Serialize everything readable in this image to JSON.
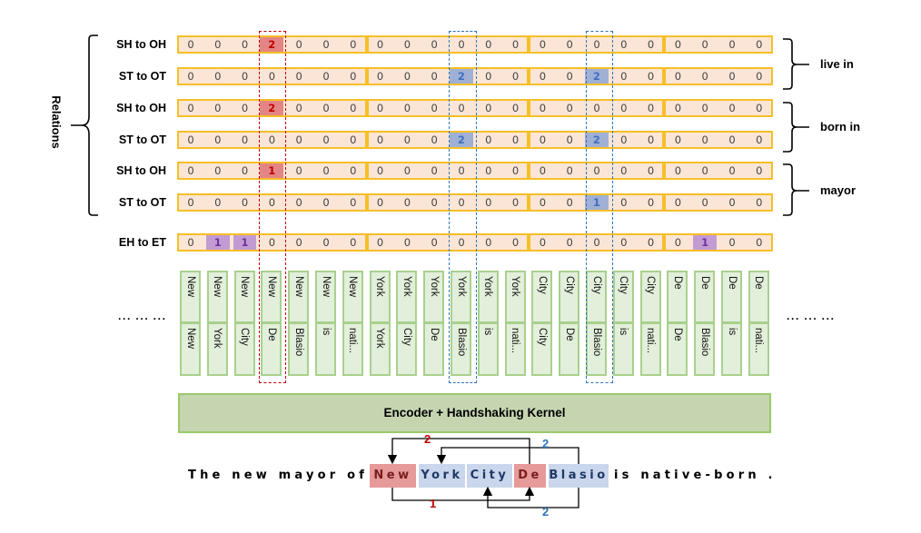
{
  "relations_label": "Relations",
  "rows": [
    {
      "label": "SH to OH",
      "values": [
        0,
        0,
        0,
        2,
        0,
        0,
        0,
        0,
        0,
        0,
        0,
        0,
        0,
        0,
        0,
        0,
        0,
        0,
        0,
        0,
        0,
        0
      ],
      "highlights": {
        "3": "red"
      }
    },
    {
      "label": "ST to OT",
      "values": [
        0,
        0,
        0,
        0,
        0,
        0,
        0,
        0,
        0,
        0,
        2,
        0,
        0,
        0,
        0,
        2,
        0,
        0,
        0,
        0,
        0,
        0
      ],
      "highlights": {
        "10": "blue",
        "15": "blue"
      }
    },
    {
      "label": "SH to OH",
      "values": [
        0,
        0,
        0,
        2,
        0,
        0,
        0,
        0,
        0,
        0,
        0,
        0,
        0,
        0,
        0,
        0,
        0,
        0,
        0,
        0,
        0,
        0
      ],
      "highlights": {
        "3": "red"
      }
    },
    {
      "label": "ST to OT",
      "values": [
        0,
        0,
        0,
        0,
        0,
        0,
        0,
        0,
        0,
        0,
        2,
        0,
        0,
        0,
        0,
        2,
        0,
        0,
        0,
        0,
        0,
        0
      ],
      "highlights": {
        "10": "blue",
        "15": "blue"
      }
    },
    {
      "label": "SH to OH",
      "values": [
        0,
        0,
        0,
        1,
        0,
        0,
        0,
        0,
        0,
        0,
        0,
        0,
        0,
        0,
        0,
        0,
        0,
        0,
        0,
        0,
        0,
        0
      ],
      "highlights": {
        "3": "red"
      }
    },
    {
      "label": "ST to OT",
      "values": [
        0,
        0,
        0,
        0,
        0,
        0,
        0,
        0,
        0,
        0,
        0,
        0,
        0,
        0,
        0,
        1,
        0,
        0,
        0,
        0,
        0,
        0
      ],
      "highlights": {
        "15": "blue"
      }
    },
    {
      "label": "EH to ET",
      "values": [
        0,
        1,
        1,
        0,
        0,
        0,
        0,
        0,
        0,
        0,
        0,
        0,
        0,
        0,
        0,
        0,
        0,
        0,
        0,
        1,
        0,
        0
      ],
      "highlights": {
        "1": "purple",
        "2": "purple",
        "19": "purple"
      }
    }
  ],
  "relation_groups": [
    {
      "label": "live in"
    },
    {
      "label": "born in"
    },
    {
      "label": "mayor"
    }
  ],
  "token_pairs": [
    [
      "New",
      "New"
    ],
    [
      "New",
      "York"
    ],
    [
      "New",
      "City"
    ],
    [
      "New",
      "De"
    ],
    [
      "New",
      "Blasio"
    ],
    [
      "New",
      "is"
    ],
    [
      "New",
      "nati..."
    ],
    [
      "York",
      "York"
    ],
    [
      "York",
      "City"
    ],
    [
      "York",
      "De"
    ],
    [
      "York",
      "Blasio"
    ],
    [
      "York",
      "is"
    ],
    [
      "York",
      "nati..."
    ],
    [
      "City",
      "City"
    ],
    [
      "City",
      "De"
    ],
    [
      "City",
      "Blasio"
    ],
    [
      "City",
      "is"
    ],
    [
      "City",
      "nati..."
    ],
    [
      "De",
      "De"
    ],
    [
      "De",
      "Blasio"
    ],
    [
      "De",
      "is"
    ],
    [
      "De",
      "nati..."
    ]
  ],
  "ellipsis_left": "··· ··· ···",
  "ellipsis_right": "··· ··· ···",
  "encoder_label": "Encoder + Handshaking Kernel",
  "sentence": {
    "prefix": "The new mayor of",
    "tokens": [
      {
        "text": "New",
        "color": "red"
      },
      {
        "text": "York",
        "color": "blue"
      },
      {
        "text": "City",
        "color": "blue"
      },
      {
        "text": "De",
        "color": "red"
      },
      {
        "text": "Blasio",
        "color": "blue"
      }
    ],
    "suffix": "is native-born ."
  },
  "arrows": [
    {
      "label": "2",
      "color": "#c00000",
      "from": "De",
      "to": "New",
      "side": "top"
    },
    {
      "label": "2",
      "color": "#2e75b6",
      "from": "Blasio",
      "to": "York",
      "side": "top"
    },
    {
      "label": "1",
      "color": "#c00000",
      "from": "New",
      "to": "De",
      "side": "bottom"
    },
    {
      "label": "2",
      "color": "#2e75b6",
      "from": "Blasio",
      "to": "City",
      "side": "bottom"
    }
  ],
  "colors": {
    "cell_bg": "#fbe5d6",
    "cell_border": "#f6bf26",
    "red_highlight": "#e48585",
    "blue_highlight": "#9fb0d4",
    "purple_highlight": "#c39bd3",
    "token_bg": "#e2efda",
    "token_border": "#a9d08e",
    "encoder_bg": "#c5d5b0"
  }
}
